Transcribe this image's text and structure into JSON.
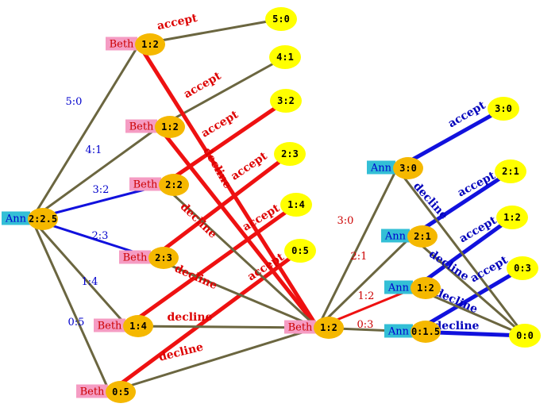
{
  "colors": {
    "olive": "#6b6640",
    "red": "#ee1111",
    "blue": "#1111dd",
    "beth_box": "#f59cc3",
    "ann_box": "#33bfd6",
    "orange_node": "#f5b800",
    "yellow_leaf": "#ffff00",
    "beth_text": "#cc0000",
    "ann_text": "#0000cc",
    "accept_decline_red": "#dd0000",
    "accept_decline_blue": "#0000bb"
  },
  "nodes": [
    {
      "id": "root",
      "player": "Ann",
      "value": "2:2.5"
    },
    {
      "id": "b50",
      "player": "Beth",
      "value": "1:2"
    },
    {
      "id": "b41",
      "player": "Beth",
      "value": "1:2"
    },
    {
      "id": "b32",
      "player": "Beth",
      "value": "2:2"
    },
    {
      "id": "b23",
      "player": "Beth",
      "value": "2:3"
    },
    {
      "id": "b14",
      "player": "Beth",
      "value": "1:4"
    },
    {
      "id": "b05",
      "player": "Beth",
      "value": "0:5"
    },
    {
      "id": "bmid",
      "player": "Beth",
      "value": "1:2"
    },
    {
      "id": "a30",
      "player": "Ann",
      "value": "3:0"
    },
    {
      "id": "a21",
      "player": "Ann",
      "value": "2:1"
    },
    {
      "id": "a12",
      "player": "Ann",
      "value": "1:2"
    },
    {
      "id": "a03",
      "player": "Ann",
      "value": "0:1.5"
    }
  ],
  "leaves": [
    {
      "id": "l50",
      "value": "5:0"
    },
    {
      "id": "l41",
      "value": "4:1"
    },
    {
      "id": "l32",
      "value": "3:2"
    },
    {
      "id": "l23",
      "value": "2:3"
    },
    {
      "id": "l14",
      "value": "1:4"
    },
    {
      "id": "l05",
      "value": "0:5"
    },
    {
      "id": "r30",
      "value": "3:0"
    },
    {
      "id": "r21",
      "value": "2:1"
    },
    {
      "id": "r12",
      "value": "1:2"
    },
    {
      "id": "r03",
      "value": "0:3"
    },
    {
      "id": "r00",
      "value": "0:0"
    }
  ],
  "offers": [
    {
      "from": "root",
      "to": "b50",
      "label": "5:0",
      "color": "olive"
    },
    {
      "from": "root",
      "to": "b41",
      "label": "4:1",
      "color": "olive"
    },
    {
      "from": "root",
      "to": "b32",
      "label": "3:2",
      "color": "blue"
    },
    {
      "from": "root",
      "to": "b23",
      "label": "2:3",
      "color": "blue"
    },
    {
      "from": "root",
      "to": "b14",
      "label": "1:4",
      "color": "olive"
    },
    {
      "from": "root",
      "to": "b05",
      "label": "0:5",
      "color": "olive"
    },
    {
      "from": "bmid",
      "to": "a30",
      "label": "3:0",
      "color": "olive"
    },
    {
      "from": "bmid",
      "to": "a21",
      "label": "2:1",
      "color": "olive"
    },
    {
      "from": "bmid",
      "to": "a12",
      "label": "1:2",
      "color": "red"
    },
    {
      "from": "bmid",
      "to": "a03",
      "label": "0:3",
      "color": "olive"
    }
  ],
  "responses": [
    {
      "from": "b50",
      "to": "l50",
      "label": "accept",
      "color": "olive",
      "text_color": "red"
    },
    {
      "from": "b41",
      "to": "l41",
      "label": "accept",
      "color": "olive",
      "text_color": "red"
    },
    {
      "from": "b32",
      "to": "l32",
      "label": "accept",
      "color": "red",
      "text_color": "red"
    },
    {
      "from": "b23",
      "to": "l23",
      "label": "accept",
      "color": "red",
      "text_color": "red"
    },
    {
      "from": "b14",
      "to": "l14",
      "label": "accept",
      "color": "red",
      "text_color": "red"
    },
    {
      "from": "b05",
      "to": "l05",
      "label": "accept",
      "color": "red",
      "text_color": "red"
    },
    {
      "from": "b50",
      "to": "bmid",
      "label": "",
      "color": "red",
      "text_color": "red"
    },
    {
      "from": "b41",
      "to": "bmid",
      "label": "decline",
      "color": "red",
      "text_color": "red"
    },
    {
      "from": "b32",
      "to": "bmid",
      "label": "decline",
      "color": "olive",
      "text_color": "red"
    },
    {
      "from": "b23",
      "to": "bmid",
      "label": "decline",
      "color": "olive",
      "text_color": "red"
    },
    {
      "from": "b14",
      "to": "bmid",
      "label": "decline",
      "color": "olive",
      "text_color": "red"
    },
    {
      "from": "b05",
      "to": "bmid",
      "label": "decline",
      "color": "olive",
      "text_color": "red"
    },
    {
      "from": "a30",
      "to": "r30",
      "label": "accept",
      "color": "blue",
      "text_color": "blue"
    },
    {
      "from": "a21",
      "to": "r21",
      "label": "accept",
      "color": "blue",
      "text_color": "blue"
    },
    {
      "from": "a12",
      "to": "r12",
      "label": "accept",
      "color": "blue",
      "text_color": "blue"
    },
    {
      "from": "a03",
      "to": "r03",
      "label": "accept",
      "color": "blue",
      "text_color": "blue"
    },
    {
      "from": "a30",
      "to": "r00",
      "label": "decline",
      "color": "olive",
      "text_color": "blue"
    },
    {
      "from": "a21",
      "to": "r00",
      "label": "decline",
      "color": "olive",
      "text_color": "blue"
    },
    {
      "from": "a12",
      "to": "r00",
      "label": "decline",
      "color": "olive",
      "text_color": "blue"
    },
    {
      "from": "a03",
      "to": "r00",
      "label": "decline",
      "color": "blue",
      "text_color": "blue"
    }
  ]
}
